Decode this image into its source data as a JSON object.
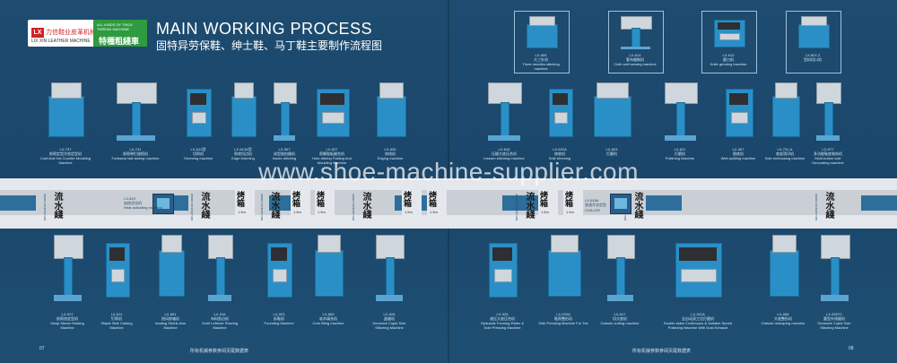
{
  "header": {
    "logo_badge": "LX",
    "logo_cn": "力信鞋业皮革机械",
    "logo_en": "LIX XIN LEATHER MACHINE",
    "logo_green_small": "ALL KINDS OF THICK THREAD MACHINE",
    "logo_green_big": "特種粗綫車",
    "title": "MAIN WORKING PROCESS",
    "subtitle": "固特异劳保鞋、绅士鞋、马丁鞋主要制作流程图"
  },
  "watermark": "www.shoe-machine-supplier.com",
  "boxed_machines": [
    {
      "code": "LX-905",
      "cn": "大三针机",
      "en": "Three needles stitching machine"
    },
    {
      "code": "LX-614",
      "cn": "套布缝制机",
      "en": "Cloth welt sewing machine"
    },
    {
      "code": "LX-610",
      "cn": "磨刀机",
      "en": "Knife grinding machine"
    },
    {
      "code": "LX-607-2",
      "cn": "型料切口机",
      "en": ""
    }
  ],
  "top_row": [
    {
      "code": "LX-737",
      "cn": "前帮定型冷热定型机",
      "en": "Cold And Hot Counter Moulding Machine"
    },
    {
      "code": "LX-741",
      "cn": "前帮带钉放楦机",
      "en": "Footwear last lasting machine"
    },
    {
      "code": "LX-613型",
      "cn": "切帮机",
      "en": "Trimming machine"
    },
    {
      "code": "LX-613A型",
      "cn": "帮底切边机",
      "en": "Edge trimming"
    },
    {
      "code": "LX-907",
      "cn": "成型胶拍缝机",
      "en": "Insole stitching"
    },
    {
      "code": "LX-927",
      "cn": "帮脚胶板缝合机",
      "en": "Hole-ribbing Folding And Moulding Machine"
    },
    {
      "code": "LX-930",
      "cn": "刻线机",
      "en": "Edging machine"
    },
    {
      "code": "LX-615",
      "cn": "压缝大底压合机",
      "en": "Inseam stitching machine"
    },
    {
      "code": "LX-622A",
      "cn": "修底机",
      "en": "Sole trimming"
    },
    {
      "code": "LX-603",
      "cn": "打磨机",
      "en": ""
    },
    {
      "code": "LX-621",
      "cn": "打磨机",
      "en": "Polishing Machine"
    },
    {
      "code": "LX-367",
      "cn": "割底机",
      "en": "Welt splitting machine"
    },
    {
      "code": "LX-731-A",
      "cn": "底部烫印机",
      "en": "Sole embossing machine"
    },
    {
      "code": "LX-977",
      "cn": "多功能鞋底装饰机",
      "en": "Multi-button sole Decorating machine"
    }
  ],
  "belt": {
    "flow_cn": "流水綫",
    "flow_en": "WORK PRODUCTION",
    "oven_cn": "烤箱",
    "oven_len": "1.5m",
    "thicken_code": "LX-819",
    "thicken_cn": "加热活化机",
    "thicken_en": "Heat activating machine",
    "chiller_code": "LX-818A",
    "chiller_cn": "急速冷冻定型",
    "chiller_en": "CHILLER"
  },
  "bottom_row": [
    {
      "code": "LX-917",
      "cn": "前帮热定型机",
      "en": "Vamp Steam Heating Machine"
    },
    {
      "code": "LX-911",
      "cn": "钉帮机",
      "en": "Staple Side Casting Machine"
    },
    {
      "code": "LX-601",
      "cn": "热风除皱机",
      "en": "heating Shrink-less Machine"
    },
    {
      "code": "LX-916",
      "cn": "布料剪边机",
      "en": "Cloth Leftover Shaving Machine"
    },
    {
      "code": "LX-923",
      "cn": "拆鞋机",
      "en": "Pounding Machine"
    },
    {
      "code": "LX-809",
      "cn": "软木填充机",
      "en": "Cork filling machine"
    },
    {
      "code": "LX-926",
      "cn": "盖缝机",
      "en": "Denmark Cupid Sole Stitching Machine"
    },
    {
      "code": "LX-925",
      "cn": "液压大底压合机",
      "en": "Hydraulic Forming Patter & Sole Pressing Machine"
    },
    {
      "code": "LX-920A",
      "cn": "鞋帮整形机",
      "en": "Side Pressing Machine For Toe"
    },
    {
      "code": "LX-617",
      "cn": "切大底机",
      "en": "Outsole cutting machine"
    },
    {
      "code": "LX-321A",
      "cn": "全自动双工位打磨机",
      "en": "Double sides Continuous & Variable Speed Polishing Machine With Dust Exhaust"
    },
    {
      "code": "LX-908",
      "cn": "大底整形机",
      "en": "Outsole reshaping machine"
    },
    {
      "code": "LX-926TC",
      "cn": "重型外线缝机",
      "en": "Denmark Cupid Sole Stitching Machine"
    }
  ],
  "footer": {
    "left_note": "所有机械参数参阅页尾数据表",
    "right_note": "所有机械参数参阅页尾数据表",
    "page_left": "07",
    "page_right": "08"
  },
  "colors": {
    "background": "#1c4a6e",
    "machine_blue": "#2a8fc7",
    "belt": "#e4e8ec",
    "accent_red": "#d2232a",
    "accent_green": "#2f9a3e"
  }
}
